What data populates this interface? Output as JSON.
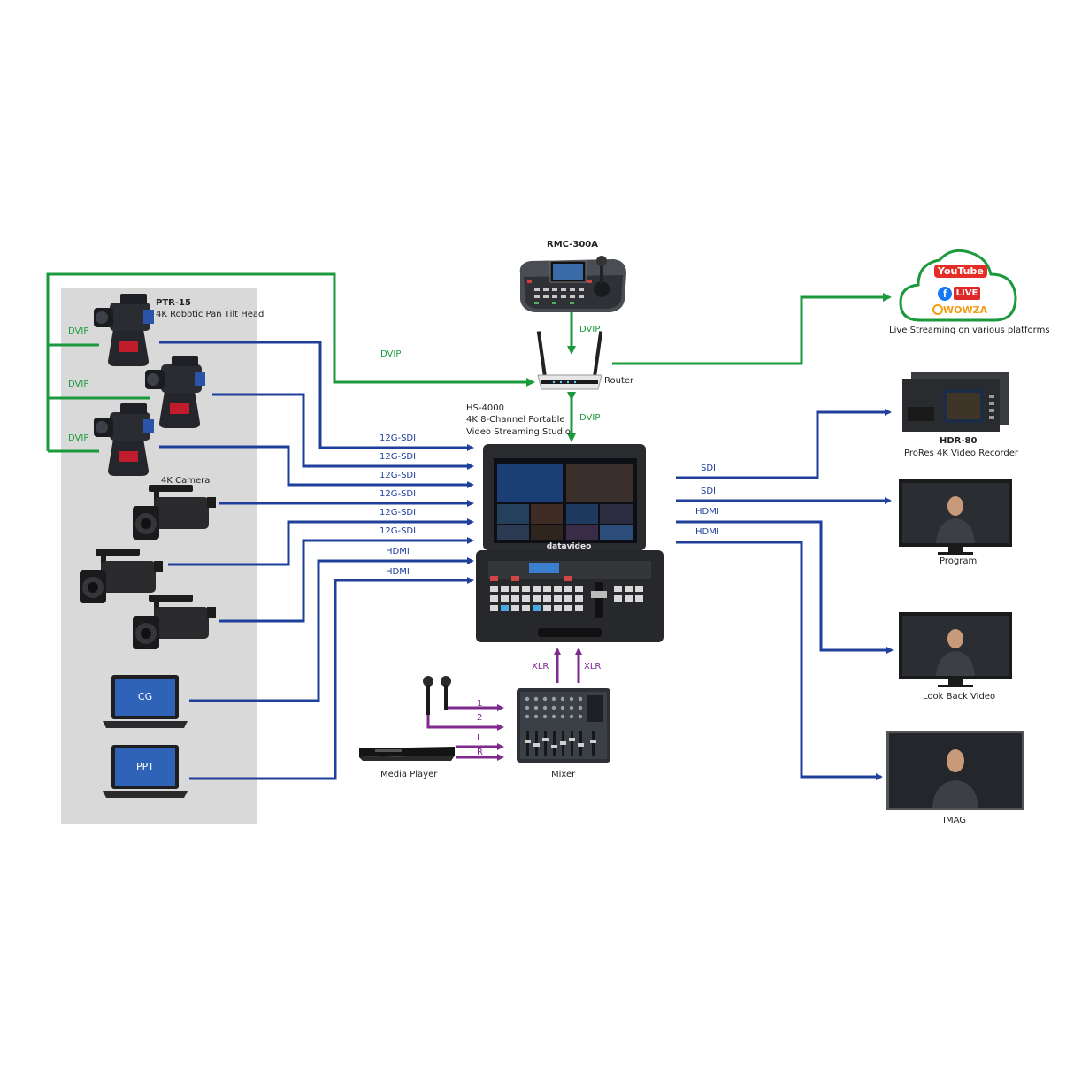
{
  "devices": {
    "rmc": "RMC-300A",
    "ptr_name": "PTR-15",
    "ptr_desc": "4K Robotic Pan Tilt Head",
    "router": "Router",
    "hs_name": "HS-4000",
    "hs_desc1": "4K 8-Channel Portable",
    "hs_desc2": "Video Streaming Studio",
    "camera": "4K Camera",
    "cg": "CG",
    "ppt": "PPT",
    "media_player": "Media Player",
    "mixer": "Mixer",
    "live_streaming": "Live Streaming on various platforms",
    "hdr_name": "HDR-80",
    "hdr_desc": "ProRes 4K Video Recorder",
    "program": "Program",
    "lookback": "Look Back Video",
    "imag": "IMAG",
    "hs_brand": "datavideo"
  },
  "streaming": {
    "youtube": "YouTube",
    "facebook_live": "LIVE",
    "wowza": "WOWZA"
  },
  "signals": {
    "dvip": "DVIP",
    "sdi12g": "12G-SDI",
    "hdmi": "HDMI",
    "sdi": "SDI",
    "xlr": "XLR",
    "ch1": "1",
    "ch2": "2",
    "chL": "L",
    "chR": "R"
  },
  "colors": {
    "dvip_green": "#1a9a3c",
    "video_blue": "#1f3f9a",
    "audio_purple": "#7d2a8c",
    "source_panel": "#d9d9d9"
  }
}
